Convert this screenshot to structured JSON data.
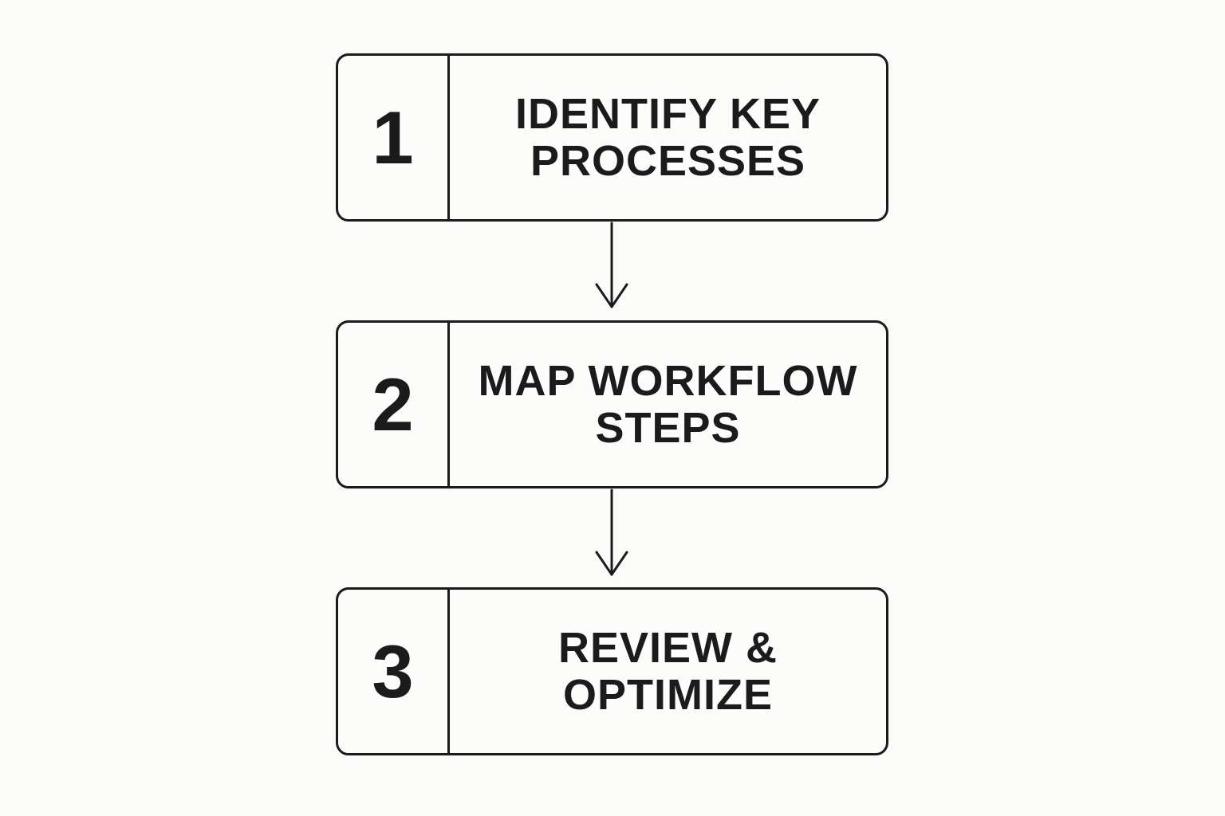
{
  "steps": [
    {
      "number": "1",
      "label_line1": "IDENTIFY KEY",
      "label_line2": "PROCESSES"
    },
    {
      "number": "2",
      "label_line1": "MAP WORKFLOW",
      "label_line2": "STEPS"
    },
    {
      "number": "3",
      "label_line1": "REVIEW &",
      "label_line2": "OPTIMIZE"
    }
  ],
  "colors": {
    "background": "#fbfbf9",
    "stroke": "#1b1b1b",
    "text": "#1b1b1b"
  }
}
